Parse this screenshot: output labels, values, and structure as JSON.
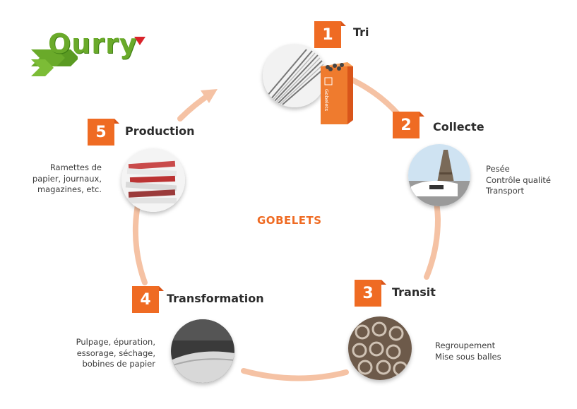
{
  "logo": {
    "text": "Ourry"
  },
  "center_label": "GOBELETS",
  "steps": [
    {
      "number": "1",
      "title": "Tri",
      "lines": []
    },
    {
      "number": "2",
      "title": "Collecte",
      "lines": [
        "Pesée",
        "Contrôle qualité",
        "Transport"
      ]
    },
    {
      "number": "3",
      "title": "Transit",
      "lines": [
        "Regroupement",
        "Mise sous balles"
      ]
    },
    {
      "number": "4",
      "title": "Transformation",
      "lines": [
        "Pulpage, épuration,",
        "essorage, séchage,",
        "bobines de papier"
      ]
    },
    {
      "number": "5",
      "title": "Production",
      "lines": [
        "Ramettes de",
        "papier, journaux,",
        "magazines, etc."
      ]
    }
  ],
  "bin": {
    "label": "Gobelets"
  },
  "colors": {
    "accent": "#ef6b23",
    "ring": "#f5c2a4",
    "logo_green": "#6aaa2a",
    "logo_red": "#d9232a",
    "title_text": "#2c2c2c"
  },
  "icons": [
    "logo-chevrons-icon",
    "cycle-arrow-icon",
    "recycling-bin-icon"
  ]
}
